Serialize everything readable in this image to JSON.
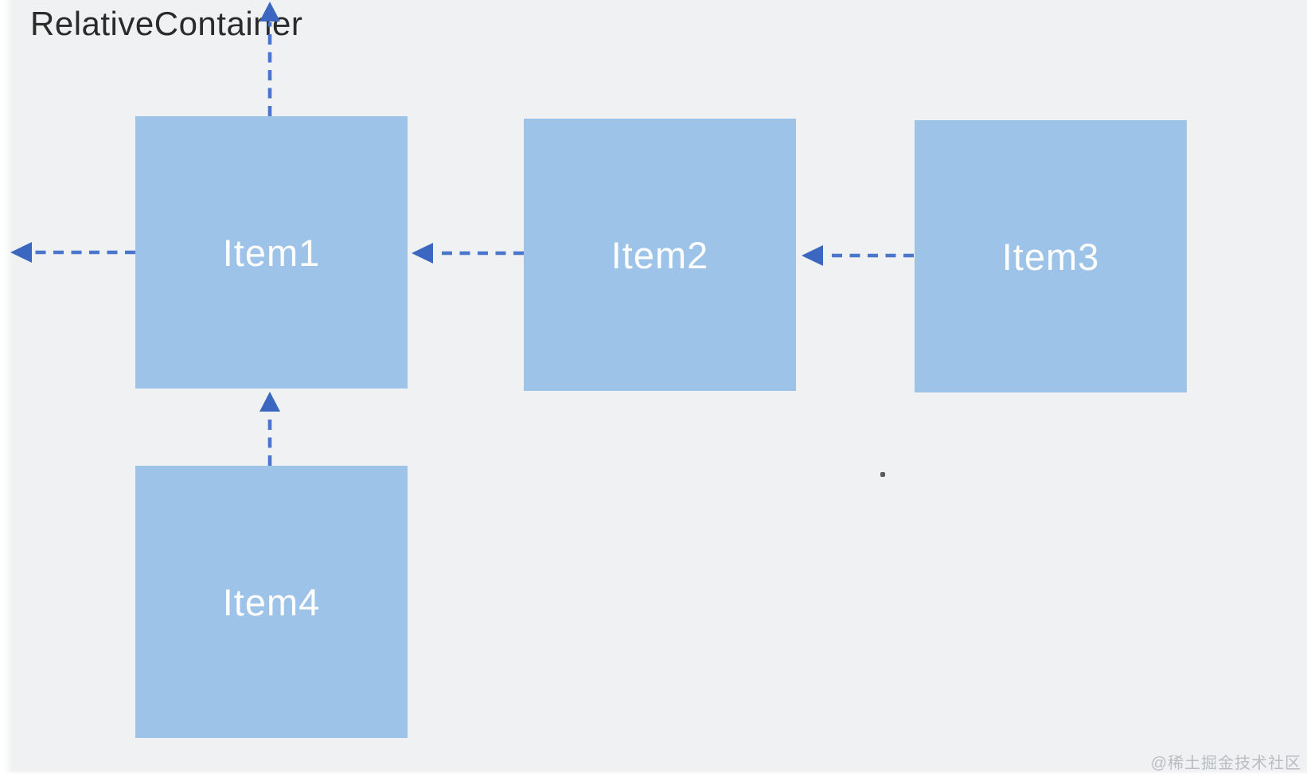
{
  "diagram": {
    "title": "RelativeContainer",
    "items": [
      {
        "id": "item1",
        "label": "Item1"
      },
      {
        "id": "item2",
        "label": "Item2"
      },
      {
        "id": "item3",
        "label": "Item3"
      },
      {
        "id": "item4",
        "label": "Item4"
      }
    ],
    "arrows": [
      {
        "name": "item1-to-container-top",
        "from": "Item1 top edge",
        "to": "container top edge",
        "direction": "up",
        "style": "dashed"
      },
      {
        "name": "item1-to-container-left",
        "from": "Item1 left edge",
        "to": "container left edge",
        "direction": "left",
        "style": "dashed"
      },
      {
        "name": "item2-to-item1",
        "from": "Item2 left edge",
        "to": "Item1 right edge",
        "direction": "left",
        "style": "dashed"
      },
      {
        "name": "item3-to-item2",
        "from": "Item3 left edge",
        "to": "Item2 right edge",
        "direction": "left",
        "style": "dashed"
      },
      {
        "name": "item4-to-item1",
        "from": "Item4 top edge",
        "to": "Item1 bottom edge",
        "direction": "up",
        "style": "dashed"
      }
    ]
  },
  "watermark": "@稀土掘金技术社区",
  "colors": {
    "bg": "#f0f1f2",
    "box_fill": "#9dc3e8",
    "box_text": "#ffffff",
    "arrow_dash": "#4a76cc",
    "arrow_head": "#3b67c0",
    "title_text": "#2b2b2b",
    "watermark_text": "#b9bcc0"
  }
}
